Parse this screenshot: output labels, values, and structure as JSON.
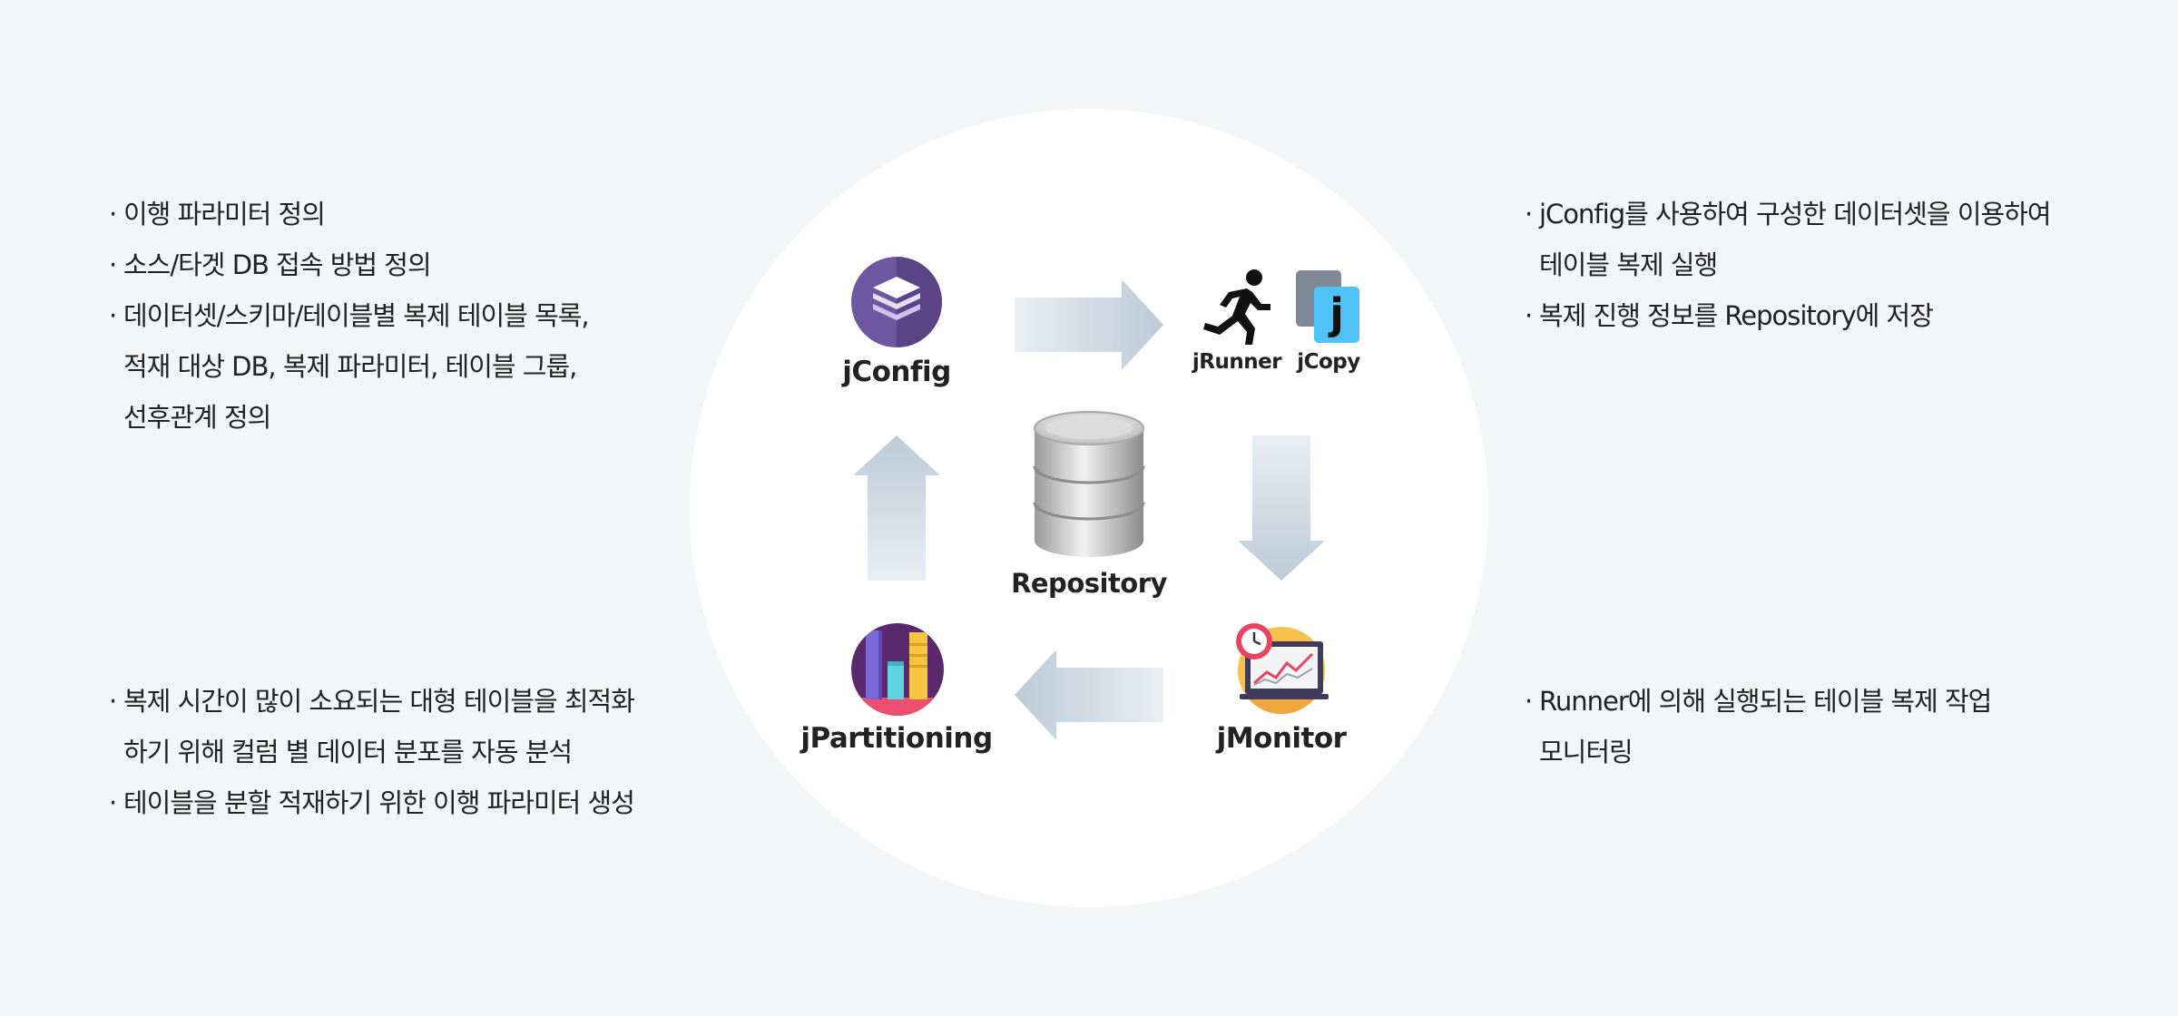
{
  "nodes": {
    "config": {
      "label": "jConfig"
    },
    "runner": {
      "label": "jRunner"
    },
    "copy": {
      "label": "jCopy",
      "glyph": "j"
    },
    "repository": {
      "label": "Repository"
    },
    "monitor": {
      "label": "jMonitor"
    },
    "partitioning": {
      "label": "jPartitioning"
    }
  },
  "descriptions": {
    "config": [
      {
        "lines": [
          "이행 파라미터 정의"
        ]
      },
      {
        "lines": [
          "소스/타겟 DB 접속 방법 정의"
        ]
      },
      {
        "lines": [
          "데이터셋/스키마/테이블별 복제 테이블 목록,",
          "적재 대상 DB, 복제 파라미터, 테이블 그룹,",
          "선후관계 정의"
        ]
      }
    ],
    "runner": [
      {
        "lines": [
          "jConfig를 사용하여 구성한 데이터셋을 이용하여",
          "테이블 복제 실행"
        ]
      },
      {
        "lines": [
          "복제 진행 정보를 Repository에 저장"
        ]
      }
    ],
    "partitioning": [
      {
        "lines": [
          "복제 시간이 많이 소요되는 대형 테이블을 최적화",
          "하기 위해 컬럼 별 데이터 분포를 자동 분석"
        ]
      },
      {
        "lines": [
          "테이블을 분할 적재하기 위한 이행 파라미터 생성"
        ]
      }
    ],
    "monitor": [
      {
        "lines": [
          "Runner에 의해 실행되는 테이블 복제 작업",
          "모니터링"
        ]
      }
    ]
  },
  "colors": {
    "background": "#f4f5f7",
    "circle": "#ffffff",
    "arrow": "#c9d6e2",
    "config_icon": "#6e56a0",
    "copy_icon": "#4fc3f7",
    "partition_icon": "#5b2a6e",
    "monitor_icon": "#f6c04a"
  },
  "icons": {
    "config": "layers-stack-icon",
    "runner": "running-person-icon",
    "copy": "copy-j-icon",
    "repository": "database-cylinder-icon",
    "monitor": "monitor-clock-chart-icon",
    "partitioning": "partition-bars-icon"
  }
}
